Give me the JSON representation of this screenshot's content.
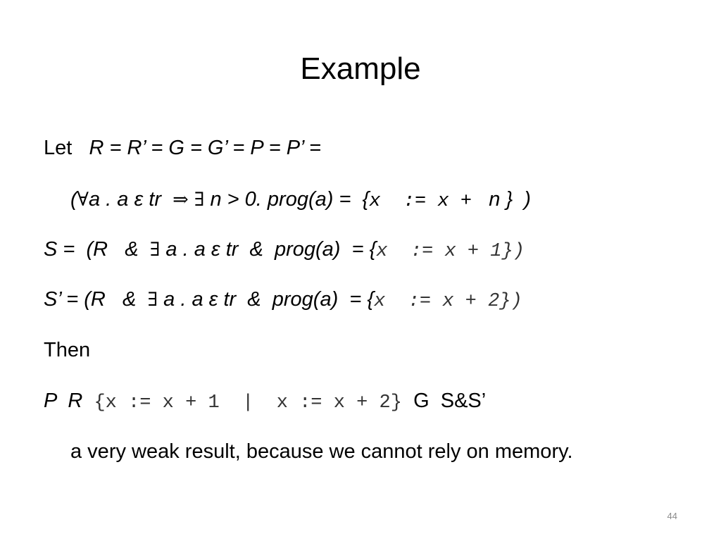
{
  "slide": {
    "title": "Example",
    "page_number": "44"
  },
  "line1": {
    "let": "Let",
    "definition": "R = R’ = G = G’ = P = P’ ="
  },
  "line2": {
    "open": "(",
    "forall_symbol": "∀",
    "a_in_tr": "a . a ε tr  ",
    "implies_symbol": "⇒",
    "exists_symbol": "∃",
    "prog_part": " n > 0. prog(a) =  {",
    "code": "x  := x + ",
    "tail": " n }  )"
  },
  "line3": {
    "prefix": "S =  (R   &  ",
    "exists_symbol": "∃",
    "middle": " a . a ε tr  &  prog(a)  = {",
    "code": "x  := x + 1})"
  },
  "line4": {
    "prefix": "S’ = (R   &  ",
    "exists_symbol": "∃",
    "middle": " a . a ε tr  &  prog(a)  = {",
    "code": "x  := x + 2})"
  },
  "line5": {
    "then": "Then"
  },
  "line6": {
    "p_r": "P  R",
    "code": "{x := x + 1  |  x := x + 2}",
    "g": "G",
    "ss": "S&S’"
  },
  "line7": {
    "text": "a very weak result, because we cannot rely on memory."
  }
}
